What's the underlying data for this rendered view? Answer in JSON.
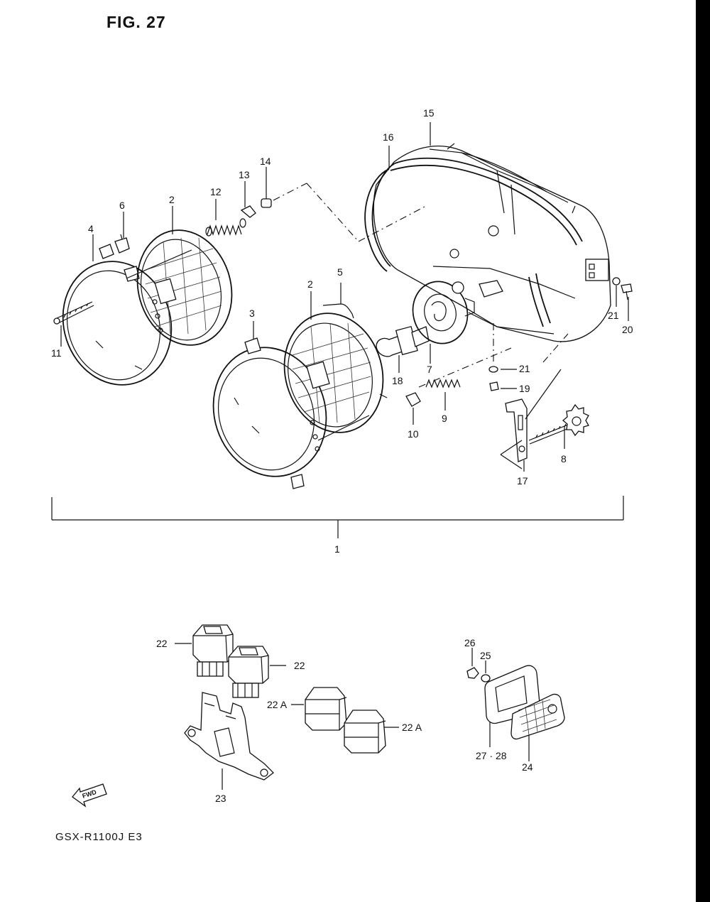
{
  "figure": {
    "title": "FIG. 27",
    "model": "GSX-R1100J  E3",
    "fwd_label": "FWD"
  },
  "callouts": [
    {
      "id": "c1",
      "label": "1"
    },
    {
      "id": "c2a",
      "label": "2"
    },
    {
      "id": "c2b",
      "label": "2"
    },
    {
      "id": "c3",
      "label": "3"
    },
    {
      "id": "c4",
      "label": "4"
    },
    {
      "id": "c5",
      "label": "5"
    },
    {
      "id": "c6",
      "label": "6"
    },
    {
      "id": "c7",
      "label": "7"
    },
    {
      "id": "c8",
      "label": "8"
    },
    {
      "id": "c9",
      "label": "9"
    },
    {
      "id": "c10",
      "label": "10"
    },
    {
      "id": "c11",
      "label": "11"
    },
    {
      "id": "c12",
      "label": "12"
    },
    {
      "id": "c13",
      "label": "13"
    },
    {
      "id": "c14",
      "label": "14"
    },
    {
      "id": "c15",
      "label": "15"
    },
    {
      "id": "c16",
      "label": "16"
    },
    {
      "id": "c17",
      "label": "17"
    },
    {
      "id": "c18",
      "label": "18"
    },
    {
      "id": "c19",
      "label": "19"
    },
    {
      "id": "c20",
      "label": "20"
    },
    {
      "id": "c21a",
      "label": "21"
    },
    {
      "id": "c21b",
      "label": "21"
    },
    {
      "id": "c22a",
      "label": "22"
    },
    {
      "id": "c22b",
      "label": "22"
    },
    {
      "id": "c22c",
      "label": "22 A"
    },
    {
      "id": "c22d",
      "label": "22 A"
    },
    {
      "id": "c23",
      "label": "23"
    },
    {
      "id": "c24",
      "label": "24"
    },
    {
      "id": "c25",
      "label": "25"
    },
    {
      "id": "c26",
      "label": "26"
    },
    {
      "id": "c27",
      "label": "27 · 28"
    }
  ],
  "icons": [
    "fwd-arrow-icon"
  ]
}
